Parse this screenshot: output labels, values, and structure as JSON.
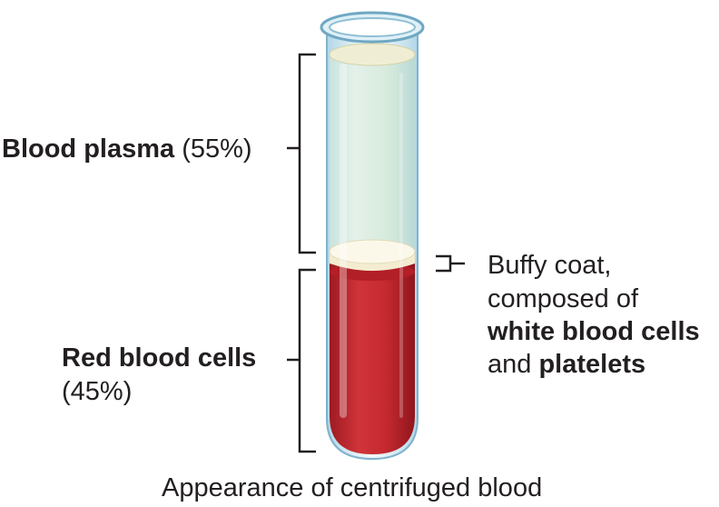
{
  "diagram": {
    "plasma": {
      "name": "Blood plasma",
      "percent": "(55%)"
    },
    "rbc": {
      "name": "Red blood cells",
      "percent": "(45%)"
    },
    "buffy": {
      "line1": "Buffy coat,",
      "line2": "composed of",
      "wbc": "white blood cells",
      "and": "and",
      "platelets": "platelets"
    },
    "caption": "Appearance of centrifuged blood"
  },
  "colors": {
    "plasma": "#d9ead6",
    "red_cells": "#c1272d",
    "buffy_coat": "#f7f2d9",
    "glass": "#9ec8dc",
    "line": "#231f20"
  }
}
